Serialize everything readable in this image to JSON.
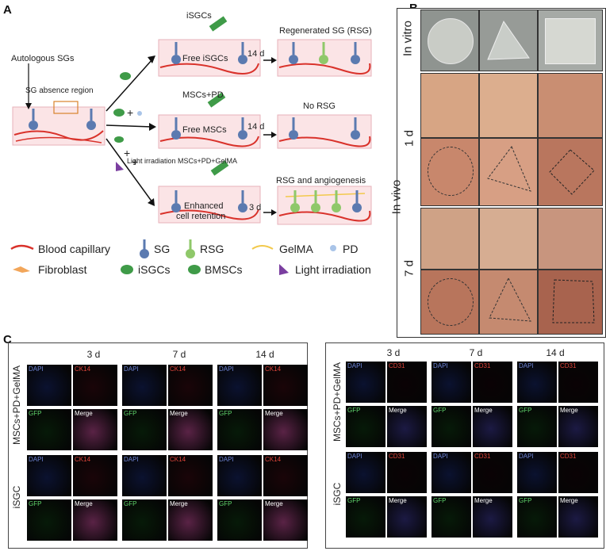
{
  "panels": {
    "a": "A",
    "b": "B",
    "c": "C"
  },
  "schematic": {
    "autologous": "Autologous SGs",
    "absence": "SG absence region",
    "isgcs_top": "iSGCs",
    "free_isgcs": "Free iSGCs",
    "regenerated": "Regenerated SG (RSG)",
    "msc_pd": "MSCs+PD",
    "free_mscs": "Free MSCs",
    "no_rsg": "No RSG",
    "light_text": "Light irradiation MSCs+PD+GelMA",
    "enhanced1": "Enhanced",
    "enhanced2": "cell retention",
    "rsg_angio": "RSG and angiogenesis",
    "d14a": "14 d",
    "d14b": "14 d",
    "d3": "3 d",
    "plus1": "+",
    "plus2": "+",
    "plus3": "+"
  },
  "legend": {
    "blood": "Blood capillary",
    "sg": "SG",
    "rsg": "RSG",
    "gelma": "GelMA",
    "pd": "PD",
    "fibro": "Fibroblast",
    "isgcs": "iSGCs",
    "bmscs": "BMSCs",
    "light": "Light irradiation"
  },
  "panel_b": {
    "in_vitro": "In vitro",
    "in_vivo": "In vivo",
    "day1": "1 d",
    "day7": "7 d"
  },
  "panel_c": {
    "left": {
      "days": [
        "3 d",
        "7 d",
        "14 d"
      ],
      "group1": "MSCs+PD+GelMA",
      "group2": "iSGC",
      "marker": "CK14"
    },
    "right": {
      "days": [
        "3 d",
        "7 d",
        "14 d"
      ],
      "group1": "MSCs+PD+GelMA",
      "group2": "iSGC",
      "marker": "CD31"
    },
    "dapi": "DAPI",
    "gfp": "GFP",
    "merge": "Merge"
  },
  "colors": {
    "capillary": "#d9322b",
    "sg": "#5b7ab0",
    "rsg": "#8fc86a",
    "gelma": "#f2c94c",
    "pd": "#a9c4e8",
    "cell": "#3f9b48",
    "light": "#7b3fa0"
  }
}
